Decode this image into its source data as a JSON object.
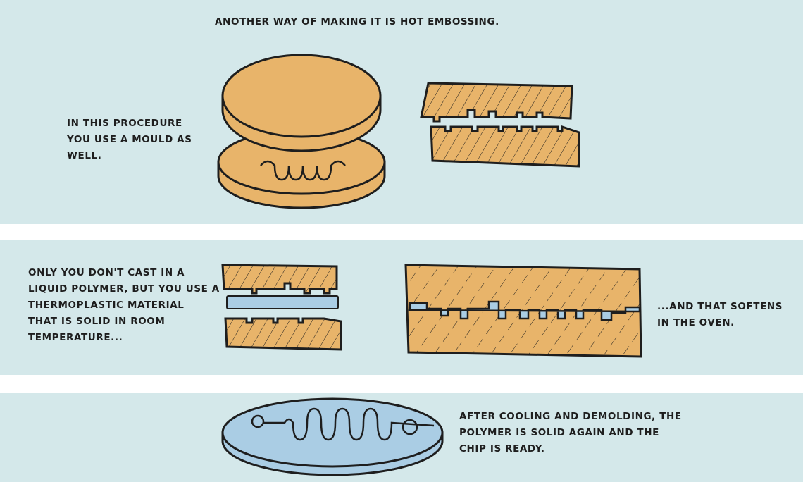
{
  "panels": [
    {
      "title": "ANOTHER WAY OF MAKING IT IS HOT EMBOSSING.",
      "caption": "IN THIS PROCEDURE\nYOU USE A MOULD AS\nWELL."
    },
    {
      "caption_left": "ONLY YOU DON'T CAST IN A\nLIQUID POLYMER, BUT YOU USE A\nTHERMOPLASTIC MATERIAL\nTHAT IS SOLID IN ROOM\nTEMPERATURE...",
      "caption_right": "...AND THAT SOFTENS\nIN THE OVEN."
    },
    {
      "caption": "AFTER COOLING AND DEMOLDING, THE\nPOLYMER IS SOLID AGAIN AND THE\nCHIP IS READY."
    }
  ],
  "colors": {
    "background": "#d4e8ea",
    "mould": "#e8b46a",
    "polymer": "#aacde4",
    "ink": "#1e1e1e"
  }
}
